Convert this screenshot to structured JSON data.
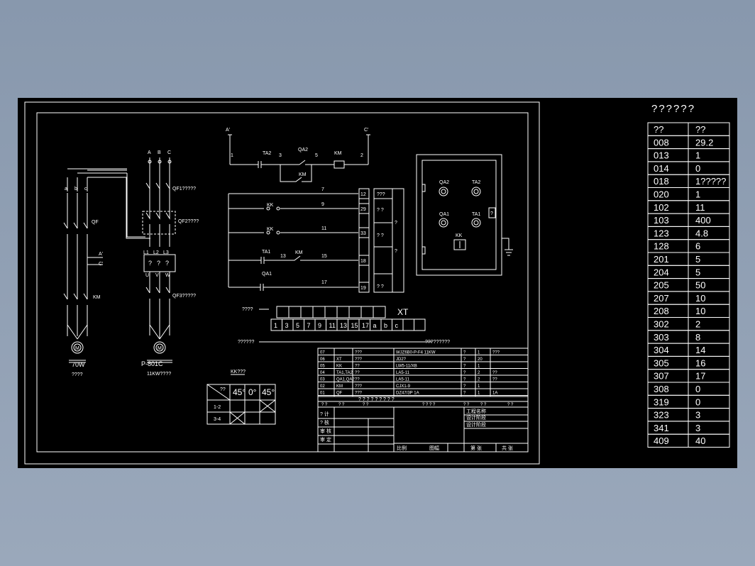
{
  "palette": {
    "page_bg": "#8b9bb0",
    "canvas_bg": "#000000",
    "line": "#ffffff"
  },
  "schematic": {
    "phase_a": "A",
    "phase_b": "B",
    "phase_c": "C",
    "sub_a": "a",
    "sub_b": "b",
    "sub_c": "c",
    "qf": "QF",
    "km": "KM",
    "qf1": "QF1?????",
    "qf2": "QF2????",
    "qf3": "QF3?????",
    "a_mark": "A'",
    "c_mark": "C'",
    "l1": "L1",
    "l2": "L2",
    "l3": "L3",
    "u": "U",
    "v": "V",
    "w": "W",
    "vfd_cells": [
      "?",
      "?",
      "?"
    ],
    "motor_small_power": "70W",
    "motor_small_note": "????",
    "motor_main_tag": "P-801C",
    "motor_main_power": "11KW????",
    "motor_symbol": "M"
  },
  "control": {
    "a_top": "A'",
    "c_top": "C'",
    "n1": "1",
    "n2": "2",
    "n3": "3",
    "n5": "5",
    "ta2": "TA2",
    "qa2": "QA2",
    "km": "KM",
    "km_aux": "KM",
    "rows": [
      {
        "node": "7",
        "term": "12",
        "label": ""
      },
      {
        "node": "9",
        "term": "29",
        "label": "KK"
      },
      {
        "node": "11",
        "term": "33",
        "label": "KK"
      },
      {
        "node": "15",
        "term": "18",
        "label": "TA1"
      },
      {
        "node": "17",
        "term": "19",
        "label": "QA1"
      }
    ],
    "n13": "13",
    "km_row": "KM",
    "box_header": "???",
    "box_cells": [
      "? ?",
      "?",
      "? ?",
      "?",
      "? ?"
    ]
  },
  "panel": {
    "qa2": "QA2",
    "ta2": "TA2",
    "qa1": "QA1",
    "ta1": "TA1",
    "kk": "KK",
    "side_badge": "?"
  },
  "terminal": {
    "label_top": "????",
    "label_bottom": "??????",
    "label_right": "?????????",
    "xt": "XT",
    "cells": [
      "1",
      "3",
      "5",
      "7",
      "9",
      "11",
      "13",
      "15",
      "17",
      "a",
      "b",
      "c",
      "",
      ""
    ]
  },
  "kk_switch": {
    "title": "KK???",
    "corner": "??",
    "angles": [
      "45°",
      "0°",
      "45°"
    ],
    "rows": [
      "1-2",
      "3-4"
    ]
  },
  "bom": {
    "rows": [
      [
        "07",
        "",
        "???",
        "WJZ6B0-P-F4  11KW",
        "?",
        "1",
        "???"
      ],
      [
        "06",
        "XT",
        "???",
        "JD2? ",
        "?",
        "20",
        ""
      ],
      [
        "05",
        "KK",
        "??",
        "LW5-11/XB",
        "?",
        "1",
        ""
      ],
      [
        "04",
        "TA1,TA2",
        "??",
        "LA5-11",
        "?",
        "2",
        "??"
      ],
      [
        "03",
        "QA1,QA2",
        "??",
        "LA5-11",
        "?",
        "2",
        "??"
      ],
      [
        "02",
        "KM",
        "???",
        "CJX1-9",
        "?",
        "1",
        ""
      ],
      [
        "01",
        "QF",
        "???",
        "DZ47/3P 1A",
        "?",
        "1",
        "1A"
      ]
    ],
    "header_row": "?    ?    ?    ?    ?    ?    ?    ?    ?",
    "header_cells": [
      "? ?",
      "? ?",
      "? ?",
      "? ? ? ?",
      "? ?",
      "? ?",
      "? ?"
    ]
  },
  "titleblock": {
    "sign_rows": [
      "? 计",
      "? 核",
      "审 核",
      "审 定"
    ],
    "proj_rows": [
      "工程名称",
      "设计阶段",
      "设计阶段"
    ],
    "ratio": "比例",
    "drawing_no": "图幅",
    "sheet": "第  张",
    "total": "共  张"
  },
  "param_table": {
    "title": "??????",
    "headers": [
      "??",
      "??"
    ],
    "rows": [
      [
        "008",
        "29.2"
      ],
      [
        "013",
        "1"
      ],
      [
        "014",
        "0"
      ],
      [
        "018",
        "1?????"
      ],
      [
        "020",
        "1"
      ],
      [
        "102",
        "11"
      ],
      [
        "103",
        "400"
      ],
      [
        "123",
        "4.8"
      ],
      [
        "128",
        "6"
      ],
      [
        "201",
        "5"
      ],
      [
        "204",
        "5"
      ],
      [
        "205",
        "50"
      ],
      [
        "207",
        "10"
      ],
      [
        "208",
        "10"
      ],
      [
        "302",
        "2"
      ],
      [
        "303",
        "8"
      ],
      [
        "304",
        "14"
      ],
      [
        "305",
        "16"
      ],
      [
        "307",
        "17"
      ],
      [
        "308",
        "0"
      ],
      [
        "319",
        "0"
      ],
      [
        "323",
        "3"
      ],
      [
        "341",
        "3"
      ],
      [
        "409",
        "40"
      ]
    ]
  }
}
